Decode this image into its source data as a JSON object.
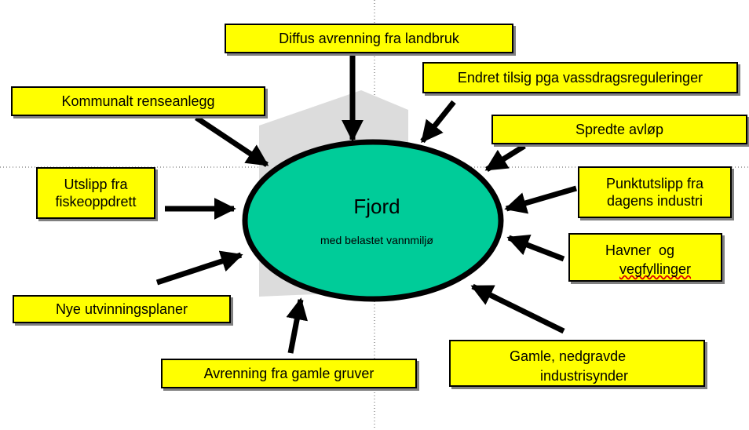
{
  "center": {
    "title": "Fjord",
    "subtitle": "med belastet vannmiljø"
  },
  "colors": {
    "box_fill": "#ffff00",
    "ellipse_fill": "#00cc99",
    "arrow": "#000000",
    "backdrop": "#dcdcdc"
  },
  "sources": [
    {
      "id": "diffus",
      "lines": [
        "Diffus avrenning fra landbruk"
      ]
    },
    {
      "id": "endret",
      "lines": [
        "Endret tilsig pga vassdragsreguleringer"
      ]
    },
    {
      "id": "kommunalt",
      "lines": [
        "Kommunalt renseanlegg"
      ]
    },
    {
      "id": "spredte",
      "lines": [
        "Spredte avløp"
      ]
    },
    {
      "id": "utslipp",
      "lines": [
        "Utslipp fra",
        "fiskeoppdrett"
      ]
    },
    {
      "id": "punkt",
      "lines": [
        "Punktutslipp fra",
        "dagens industri"
      ]
    },
    {
      "id": "havner",
      "lines": [
        "Havner  og",
        "vegfyllinger"
      ]
    },
    {
      "id": "nye",
      "lines": [
        "Nye utvinningsplaner"
      ]
    },
    {
      "id": "gamle",
      "lines": [
        "Gamle, nedgravde",
        "industrisynder"
      ]
    },
    {
      "id": "gruver",
      "lines": [
        "Avrenning fra gamle gruver"
      ]
    }
  ]
}
